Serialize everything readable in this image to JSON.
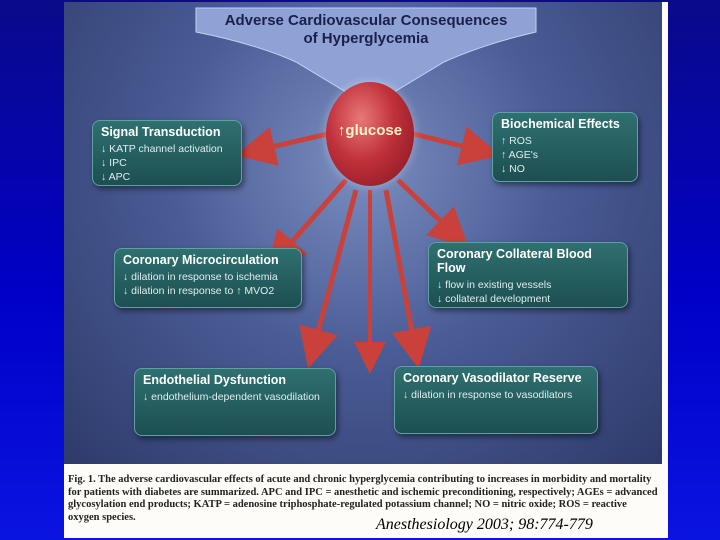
{
  "diagram": {
    "title_line1": "Adverse Cardiovascular Consequences",
    "title_line2": "of Hyperglycemia",
    "center": "↑glucose",
    "boxes": {
      "signal": {
        "title": "Signal Transduction",
        "lines": [
          "↓ KATP channel activation",
          "↓ IPC",
          "↓ APC"
        ]
      },
      "biochem": {
        "title": "Biochemical Effects",
        "lines": [
          "↑ ROS",
          "↑ AGE's",
          "↓ NO"
        ]
      },
      "micro": {
        "title": "Coronary Microcirculation",
        "lines": [
          "↓ dilation in response to ischemia",
          "↓ dilation in response to ↑ MVO2"
        ]
      },
      "collateral": {
        "title": "Coronary Collateral Blood Flow",
        "lines": [
          "↓ flow in existing vessels",
          "↓ collateral development"
        ]
      },
      "endo": {
        "title": "Endothelial Dysfunction",
        "lines": [
          "↓ endothelium-dependent vasodilation"
        ]
      },
      "reserve": {
        "title": "Coronary Vasodilator Reserve",
        "lines": [
          "↓ dilation in response to vasodilators"
        ]
      }
    },
    "caption": "Fig. 1. The adverse cardiovascular effects of acute and chronic hyperglycemia contributing to increases in morbidity and mortality for patients with diabetes are summarized. APC and IPC = anesthetic and ischemic preconditioning, respectively; AGEs = advanced glycosylation end products; KATP = adenosine triphosphate-regulated potassium channel; NO = nitric oxide; ROS = reactive oxygen species.",
    "citation": "Anesthesiology 2003; 98:774-779"
  },
  "colors": {
    "background": "#0000c8",
    "box": "#2f7070",
    "arrow": "#c9413a",
    "sphere": "#c0303a"
  }
}
